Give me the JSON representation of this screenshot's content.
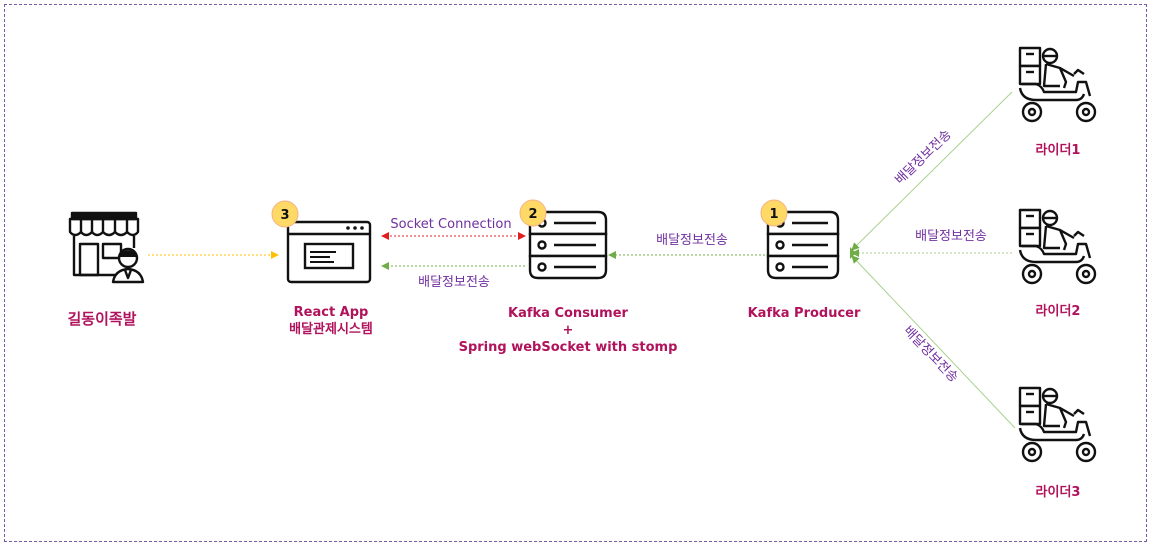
{
  "nodes": {
    "store": {
      "label": "길동이족발",
      "icon": "store-owner-icon"
    },
    "react_app": {
      "line1": "React App",
      "line2": "배달관제시스템",
      "badge": "3",
      "icon": "browser-window-icon"
    },
    "consumer": {
      "line1": "Kafka Consumer",
      "line2": "+",
      "line3": "Spring webSocket with stomp",
      "badge": "2",
      "icon": "server-stack-icon"
    },
    "producer": {
      "label": "Kafka Producer",
      "badge": "1",
      "icon": "server-stack-icon"
    },
    "rider1": {
      "label": "라이더1",
      "icon": "delivery-scooter-icon"
    },
    "rider2": {
      "label": "라이더2",
      "icon": "delivery-scooter-icon"
    },
    "rider3": {
      "label": "라이더3",
      "icon": "delivery-scooter-icon"
    }
  },
  "edges": {
    "socket_connection": "Socket Connection",
    "consumer_to_app": "배달정보전송",
    "producer_to_consumer": "배달정보전송",
    "rider1_to_producer": "배달정보전송",
    "rider2_to_producer": "배달정보전송",
    "rider3_to_producer": "배달정보전송"
  },
  "colors": {
    "node_label": "#b0125b",
    "edge_label": "#7030a0",
    "badge_fill": "#ffd966",
    "badge_stroke": "#f4b183",
    "arrow_green": "#70ad47",
    "arrow_red": "#e02020",
    "arrow_yellow": "#ffc000",
    "line_light_green": "#a9d18e",
    "frame": "#7a5aa6"
  }
}
